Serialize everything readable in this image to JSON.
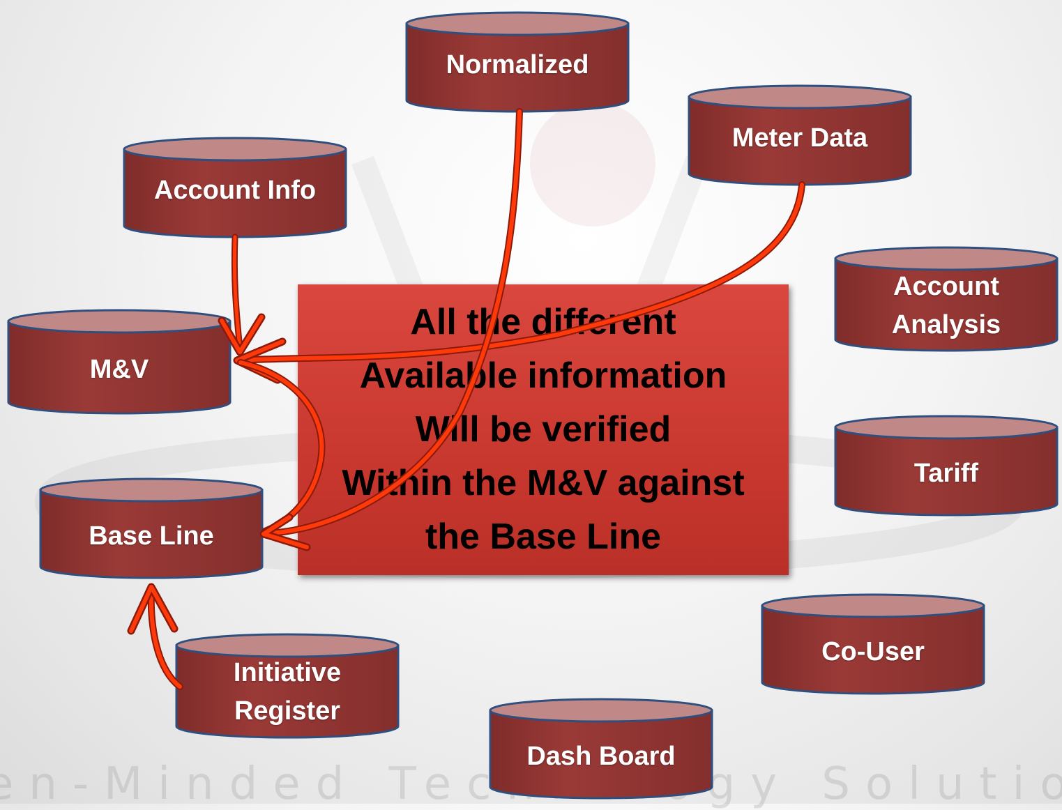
{
  "diagram": {
    "nodes": {
      "normalized": "Normalized",
      "meter_data": "Meter Data",
      "account_info": "Account Info",
      "account_analysis": "Account\nAnalysis",
      "mv": "M&V",
      "tariff": "Tariff",
      "base_line": "Base Line",
      "co_user": "Co-User",
      "initiative_register": "Initiative\nRegister",
      "dash_board": "Dash Board"
    },
    "center_text": "All the different\nAvailable information\nWill be verified\nWithin the M&V against\nthe Base Line",
    "edges": [
      {
        "from": "Account Info",
        "to": "M&V"
      },
      {
        "from": "Meter Data",
        "to": "M&V"
      },
      {
        "from": "Normalized",
        "to": "Base Line"
      },
      {
        "from": "M&V",
        "to": "Base Line"
      },
      {
        "from": "Initiative Register",
        "to": "Base Line"
      }
    ]
  },
  "watermark": "en-Minded Technology Solution",
  "colors": {
    "cylinder_body": "#953735",
    "cylinder_top": "#c08886",
    "cylinder_outline": "#2f4f7f",
    "center_box": "#d3423a",
    "arrow": "#ff3300",
    "arrow_outline": "#8b1a0a"
  }
}
